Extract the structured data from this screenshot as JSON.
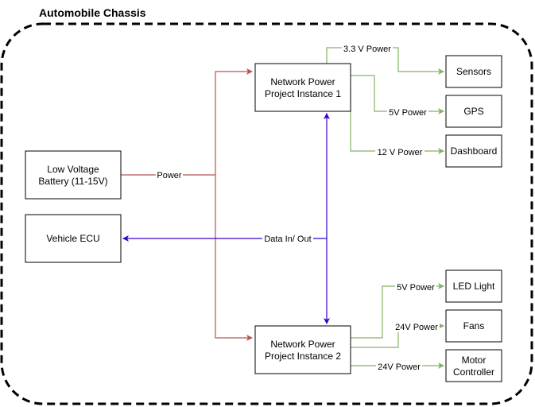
{
  "title": "Automobile Chassis",
  "colors": {
    "power_in": "#b85450",
    "power_out": "#82b366",
    "data": "#3700cc"
  },
  "nodes": {
    "battery": [
      "Low Voltage",
      "Battery (11-15V)"
    ],
    "ecu": [
      "Vehicle ECU"
    ],
    "npp1": [
      "Network Power",
      "Project Instance 1"
    ],
    "npp2": [
      "Network Power",
      "Project Instance 2"
    ],
    "sensors": [
      "Sensors"
    ],
    "gps": [
      "GPS"
    ],
    "dashboard": [
      "Dashboard"
    ],
    "led": [
      "LED Light"
    ],
    "fans": [
      "Fans"
    ],
    "motor": [
      "Motor",
      "Controller"
    ]
  },
  "edges": {
    "power": "Power",
    "data": "Data In/ Out",
    "sensors": "3.3 V Power",
    "gps": "5V Power",
    "dashboard": "12 V Power",
    "led": "5V Power",
    "fans": "24V Power",
    "motor": "24V Power"
  }
}
